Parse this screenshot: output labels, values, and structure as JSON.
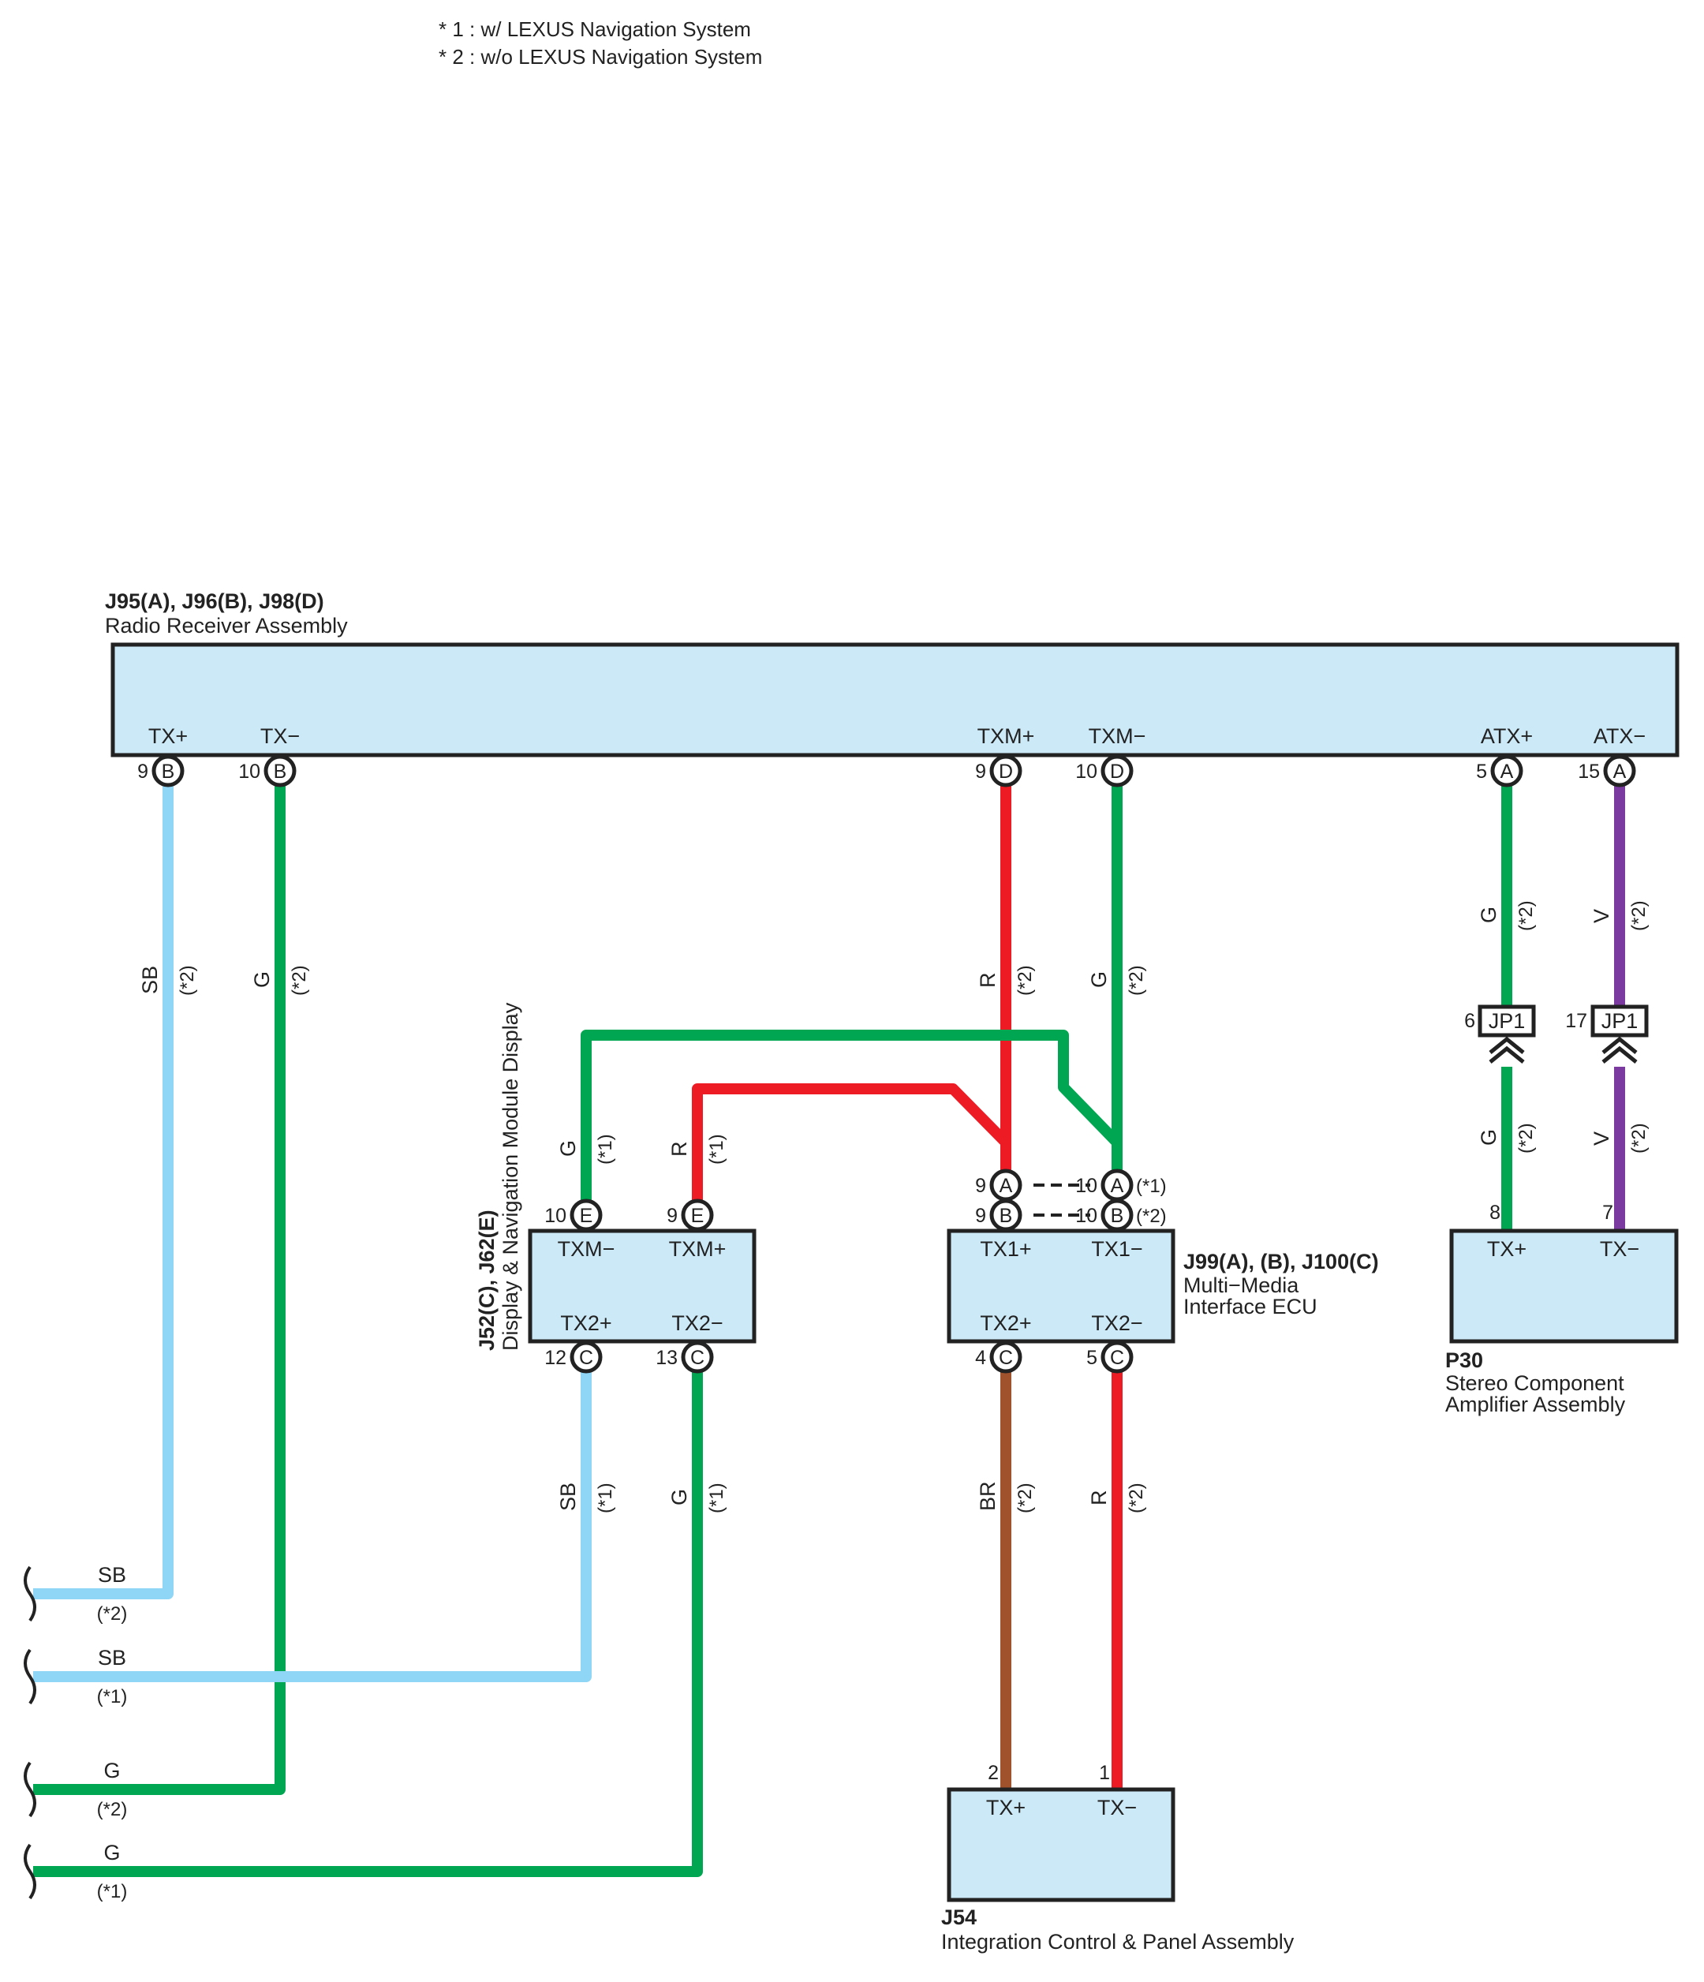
{
  "notes": [
    "* 1 : w/ LEXUS Navigation System",
    "* 2 : w/o LEXUS Navigation System"
  ],
  "colors": {
    "box_fill": "#cce9f8",
    "sb": "#8ed5f6",
    "g": "#00a651",
    "r": "#ed1c24",
    "br": "#a0522d",
    "v": "#7a3aa0"
  },
  "radio": {
    "code": "J95(A), J96(B), J98(D)",
    "name": "Radio Receiver Assembly",
    "pins": {
      "tx_plus": {
        "label": "TX+",
        "num": "9",
        "conn": "B"
      },
      "tx_minus": {
        "label": "TX−",
        "num": "10",
        "conn": "B"
      },
      "txm_plus": {
        "label": "TXM+",
        "num": "9",
        "conn": "D"
      },
      "txm_minus": {
        "label": "TXM−",
        "num": "10",
        "conn": "D"
      },
      "atx_plus": {
        "label": "ATX+",
        "num": "5",
        "conn": "A"
      },
      "atx_minus": {
        "label": "ATX−",
        "num": "15",
        "conn": "A"
      }
    }
  },
  "display": {
    "code": "J52(C), J62(E)",
    "name": "Display & Navigation Module Display",
    "pins": {
      "txm_minus": {
        "label": "TXM−",
        "num": "10",
        "conn": "E"
      },
      "txm_plus": {
        "label": "TXM+",
        "num": "9",
        "conn": "E"
      },
      "tx2_plus": {
        "label": "TX2+",
        "num": "12",
        "conn": "C"
      },
      "tx2_minus": {
        "label": "TX2−",
        "num": "13",
        "conn": "C"
      }
    }
  },
  "mmi": {
    "code": "J99(A), (B), J100(C)",
    "name_line1": "Multi−Media",
    "name_line2": "Interface ECU",
    "pins": {
      "tx1_plus": {
        "label": "TX1+",
        "num_a": "9",
        "conn_a": "A",
        "num_b": "9",
        "conn_b": "B"
      },
      "tx1_minus": {
        "label": "TX1−",
        "num_a": "10",
        "conn_a": "A",
        "num_b": "10",
        "conn_b": "B",
        "note_a": "(*1)",
        "note_b": "(*2)"
      },
      "tx2_plus": {
        "label": "TX2+",
        "num": "4",
        "conn": "C"
      },
      "tx2_minus": {
        "label": "TX2−",
        "num": "5",
        "conn": "C"
      }
    }
  },
  "amp": {
    "code": "P30",
    "name_line1": "Stereo Component",
    "name_line2": "Amplifier Assembly",
    "pins": {
      "tx_plus": {
        "label": "TX+",
        "num": "8"
      },
      "tx_minus": {
        "label": "TX−",
        "num": "7"
      }
    }
  },
  "panel": {
    "code": "J54",
    "name": "Integration Control & Panel Assembly",
    "pins": {
      "tx_plus": {
        "label": "TX+",
        "num": "2"
      },
      "tx_minus": {
        "label": "TX−",
        "num": "1"
      }
    }
  },
  "junctions": [
    {
      "label": "JP1",
      "num": "6"
    },
    {
      "label": "JP1",
      "num": "17"
    }
  ],
  "wire_labels": {
    "w1": {
      "color": "SB",
      "note": "(*2)"
    },
    "w2": {
      "color": "G",
      "note": "(*2)"
    },
    "w3": {
      "color": "R",
      "note": "(*2)"
    },
    "w4": {
      "color": "G",
      "note": "(*2)"
    },
    "w5": {
      "color": "G",
      "note": "(*2)"
    },
    "w6": {
      "color": "V",
      "note": "(*2)"
    },
    "w7": {
      "color": "G",
      "note": "(*2)"
    },
    "w8": {
      "color": "V",
      "note": "(*2)"
    },
    "w9": {
      "color": "G",
      "note": "(*1)"
    },
    "w10": {
      "color": "R",
      "note": "(*1)"
    },
    "w11": {
      "color": "SB",
      "note": "(*1)"
    },
    "w12": {
      "color": "G",
      "note": "(*1)"
    },
    "w13": {
      "color": "BR",
      "note": "(*2)"
    },
    "w14": {
      "color": "R",
      "note": "(*2)"
    }
  },
  "off_page": [
    {
      "color": "SB",
      "note": "(*2)"
    },
    {
      "color": "SB",
      "note": "(*1)"
    },
    {
      "color": "G",
      "note": "(*2)"
    },
    {
      "color": "G",
      "note": "(*1)"
    }
  ]
}
